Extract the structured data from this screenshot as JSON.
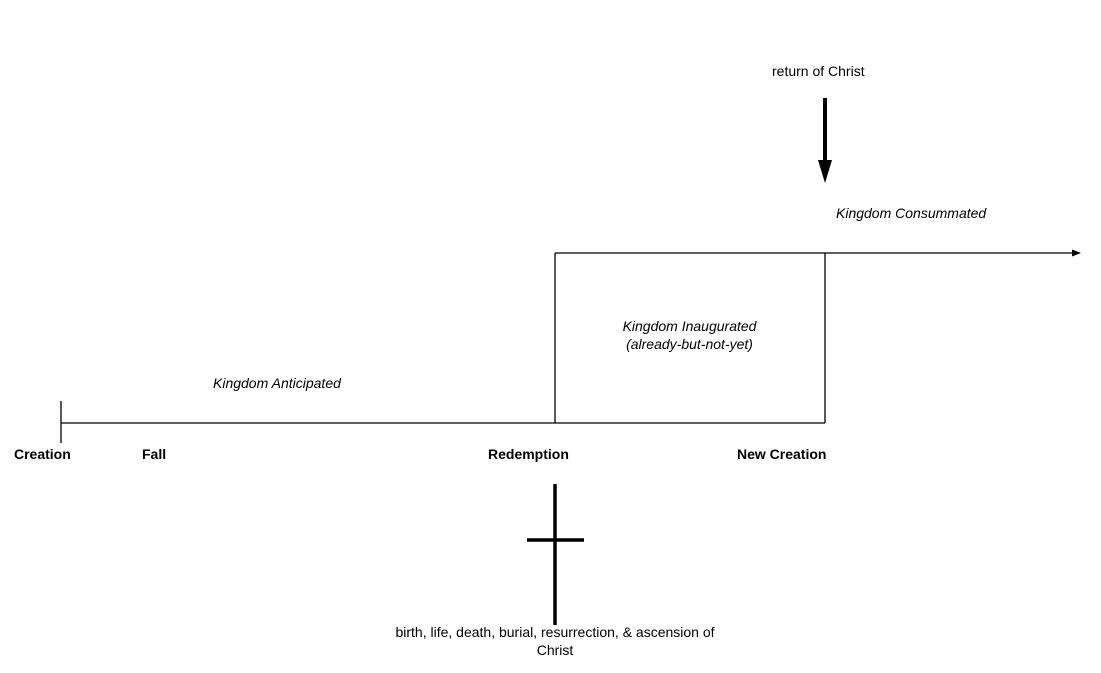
{
  "diagram": {
    "stages": {
      "creation": "Creation",
      "fall": "Fall",
      "redemption": "Redemption",
      "new_creation": "New Creation"
    },
    "phases": {
      "anticipated": "Kingdom Anticipated",
      "inaugurated_line1": "Kingdom Inaugurated",
      "inaugurated_line2": "(already-but-not-yet)",
      "consummated": "Kingdom Consummated"
    },
    "events": {
      "return": "return of Christ",
      "cross_caption_line1": "birth, life, death, burial, resurrection, & ascension of",
      "cross_caption_line2": "Christ"
    },
    "icons": {
      "cross": "cross-icon",
      "down_arrow": "arrow-down-icon",
      "timeline_arrow": "arrow-right-icon"
    },
    "colors": {
      "line": "#000000",
      "background": "#ffffff"
    }
  }
}
